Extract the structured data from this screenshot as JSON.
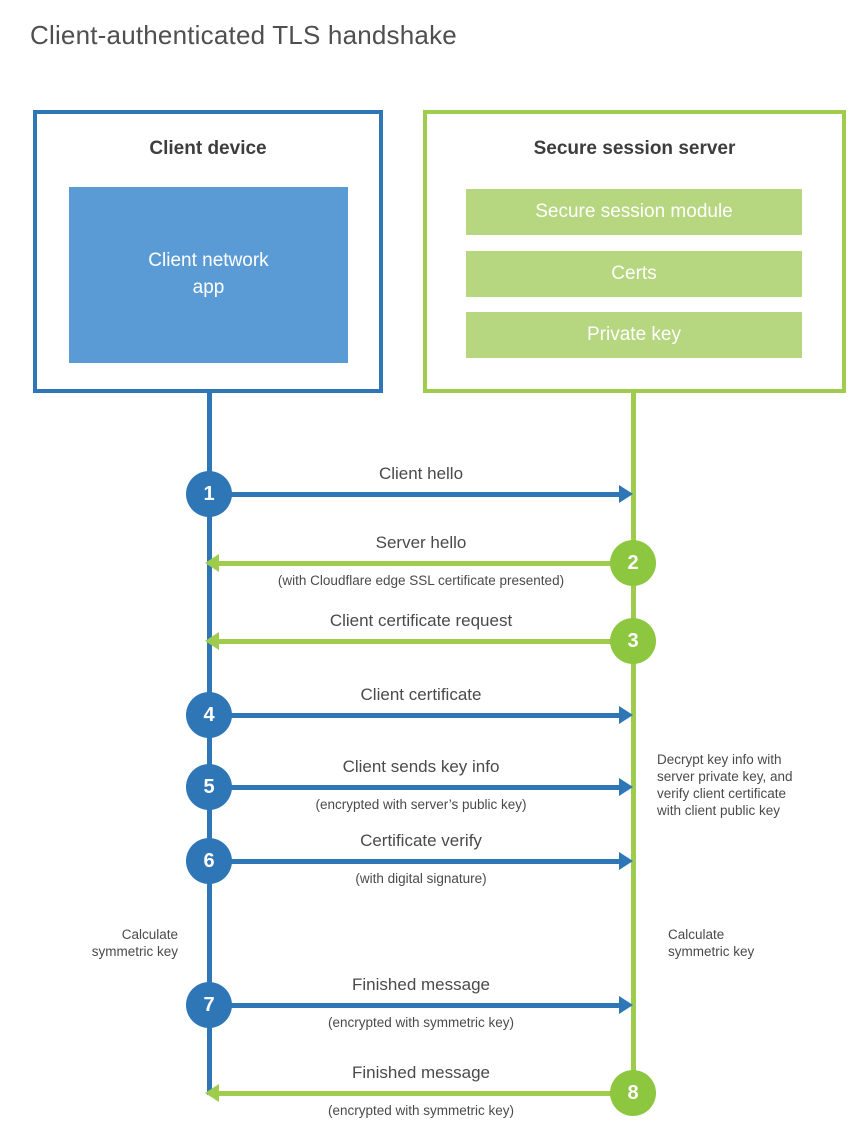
{
  "title": "Client-authenticated TLS handshake",
  "client_box": {
    "title": "Client device",
    "app_label": "Client network\napp"
  },
  "server_box": {
    "title": "Secure session server",
    "modules": [
      "Secure session module",
      "Certs",
      "Private key"
    ]
  },
  "colors": {
    "blue": "#2e76b5",
    "blue_fill": "#5b9bd5",
    "green": "#a0cc4e",
    "green_circle": "#8dc63f",
    "green_fill": "#b6d77f"
  },
  "steps": [
    {
      "number": "1",
      "label": "Client hello",
      "sublabel": "",
      "direction": "client-to-server"
    },
    {
      "number": "2",
      "label": "Server hello",
      "sublabel": "(with Cloudflare edge SSL certificate presented)",
      "direction": "server-to-client"
    },
    {
      "number": "3",
      "label": "Client certificate request",
      "sublabel": "",
      "direction": "server-to-client"
    },
    {
      "number": "4",
      "label": "Client certificate",
      "sublabel": "",
      "direction": "client-to-server"
    },
    {
      "number": "5",
      "label": "Client sends key info",
      "sublabel": "(encrypted with server’s public key)",
      "direction": "client-to-server"
    },
    {
      "number": "6",
      "label": "Certificate verify",
      "sublabel": "(with digital signature)",
      "direction": "client-to-server"
    },
    {
      "number": "7",
      "label": "Finished message",
      "sublabel": "(encrypted with symmetric key)",
      "direction": "client-to-server"
    },
    {
      "number": "8",
      "label": "Finished message",
      "sublabel": "(encrypted with symmetric key)",
      "direction": "server-to-client"
    }
  ],
  "annotations": {
    "decrypt_note": "Decrypt key info with\nserver private key, and\nverify client certificate\nwith client public key",
    "calculate_left": "Calculate\nsymmetric key",
    "calculate_right": "Calculate\nsymmetric key"
  }
}
